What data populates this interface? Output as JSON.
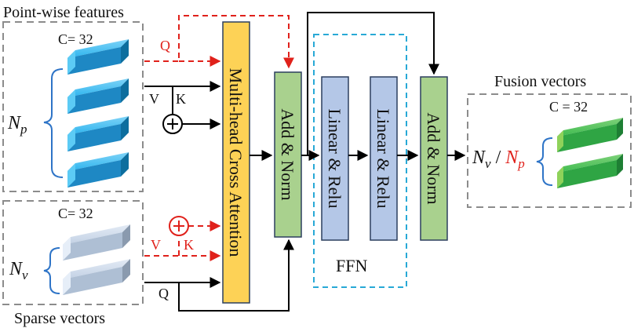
{
  "labels": {
    "point_wise_features": "Point-wise features",
    "sparse_vectors": "Sparse vectors",
    "fusion_vectors": "Fusion vectors",
    "c_top": "C= 32",
    "c_bottom": "C= 32",
    "c_right": "C = 32",
    "n_p_main": "N",
    "n_p_sub": "p",
    "n_v_main": "N",
    "n_v_sub": "v",
    "out_nv_main": "N",
    "out_nv_sub": "v",
    "out_slash": " / ",
    "out_np_main": "N",
    "out_np_sub": "p",
    "q_top": "Q",
    "v_top": "V",
    "k_top": "K",
    "v_bottom": "V",
    "k_bottom": "K",
    "q_bottom": "Q",
    "ffn": "FFN"
  },
  "blocks": {
    "mhca": "Multi-head Cross Attention",
    "add_norm_1": "Add & Norm",
    "linear_relu_1": "Linear & Relu",
    "linear_relu_2": "Linear & Relu",
    "add_norm_2": "Add & Norm"
  },
  "colors": {
    "attention_block": "#fdd256",
    "add_norm_block": "#a9d18e",
    "linear_block": "#b4c7e7",
    "ffn_border": "#28a9d6",
    "point_feature": "#1aa7e8",
    "sparse_vector": "#c5d5ea",
    "fusion_vector": "#2fb34a",
    "red_path": "#e0211b"
  }
}
